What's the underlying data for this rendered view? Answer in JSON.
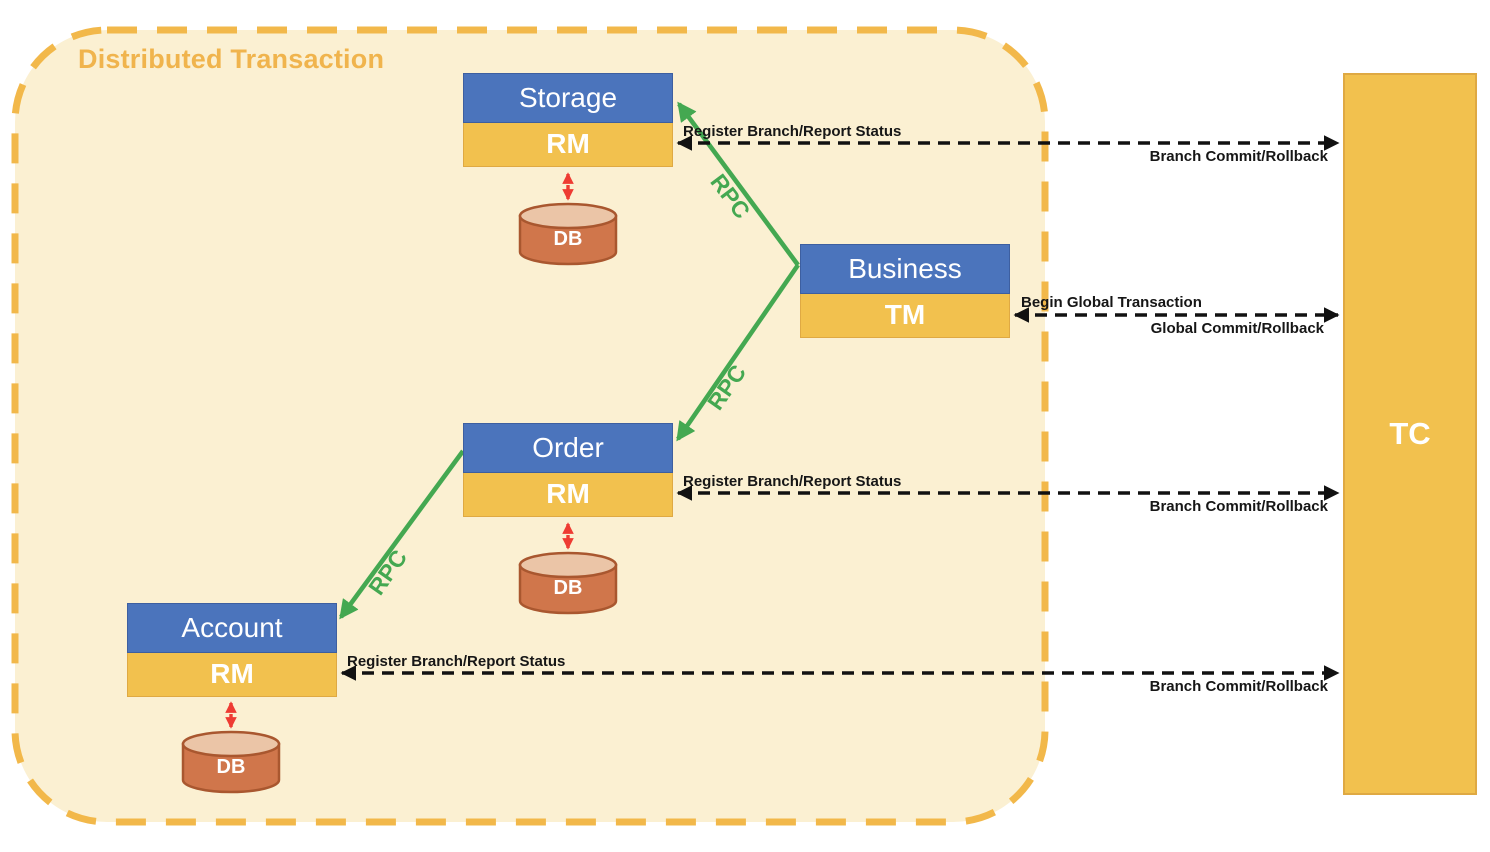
{
  "colors": {
    "container_fill": "#FBF0D2",
    "container_border": "#F2B84A",
    "title_text": "#F0B44D",
    "node_header_blue": "#4B74BC",
    "node_band_yellow": "#F2C14E",
    "tc_fill": "#F2C14E",
    "rpc_green": "#44A851",
    "db_link_red": "#EE3B33",
    "db_body": "#D0764B",
    "db_top": "#EBC5A7",
    "arrow_black": "#111111"
  },
  "diagram": {
    "title": "Distributed Transaction",
    "nodes": {
      "storage": {
        "title": "Storage",
        "band": "RM",
        "db": "DB"
      },
      "business": {
        "title": "Business",
        "band": "TM"
      },
      "order": {
        "title": "Order",
        "band": "RM",
        "db": "DB"
      },
      "account": {
        "title": "Account",
        "band": "RM",
        "db": "DB"
      },
      "tc": {
        "title": "TC"
      }
    },
    "labels": {
      "rpc": "RPC",
      "register_report": "Register Branch/Report Status",
      "branch_commit_rollback": "Branch Commit/Rollback",
      "begin_global": "Begin Global Transaction",
      "global_commit_rollback": "Global Commit/Rollback"
    }
  }
}
